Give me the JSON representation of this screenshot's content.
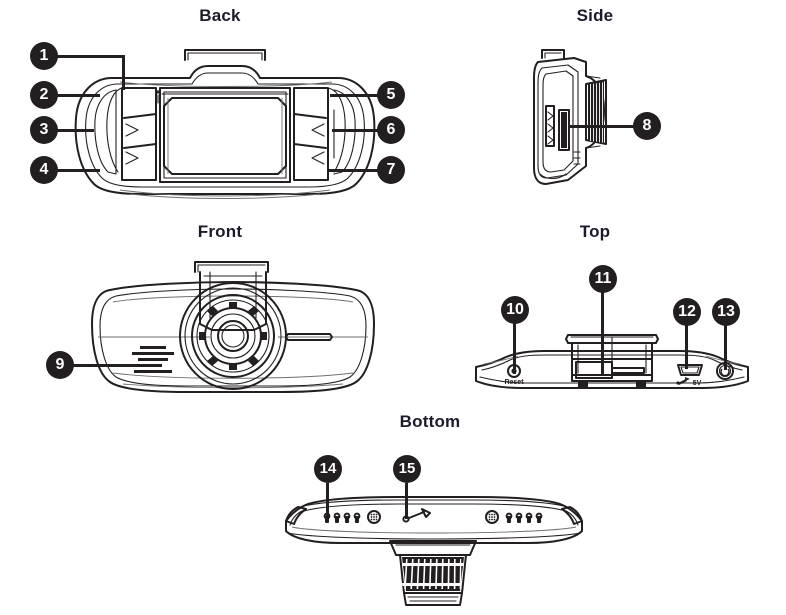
{
  "document": {
    "type": "product-parts-diagram",
    "subject": "dash camera",
    "background_color": "#ffffff",
    "badge_color": "#231f20",
    "badge_text_color": "#ffffff",
    "title_color": "#1b1b2b",
    "line_color": "#231f20"
  },
  "views": [
    {
      "id": "back",
      "title": "Back",
      "callouts": [
        "1",
        "2",
        "3",
        "4",
        "5",
        "6",
        "7"
      ]
    },
    {
      "id": "side",
      "title": "Side",
      "callouts": [
        "8"
      ]
    },
    {
      "id": "front",
      "title": "Front",
      "callouts": [
        "9"
      ]
    },
    {
      "id": "top",
      "title": "Top",
      "callouts": [
        "10",
        "11",
        "12",
        "13"
      ]
    },
    {
      "id": "bottom",
      "title": "Bottom",
      "callouts": [
        "14",
        "15"
      ]
    }
  ],
  "callouts": {
    "n1": "1",
    "n2": "2",
    "n3": "3",
    "n4": "4",
    "n5": "5",
    "n6": "6",
    "n7": "7",
    "n8": "8",
    "n9": "9",
    "n10": "10",
    "n11": "11",
    "n12": "12",
    "n13": "13",
    "n14": "14",
    "n15": "15"
  },
  "device_labels": {
    "reset": "Reset",
    "usb_voltage": "5V"
  }
}
